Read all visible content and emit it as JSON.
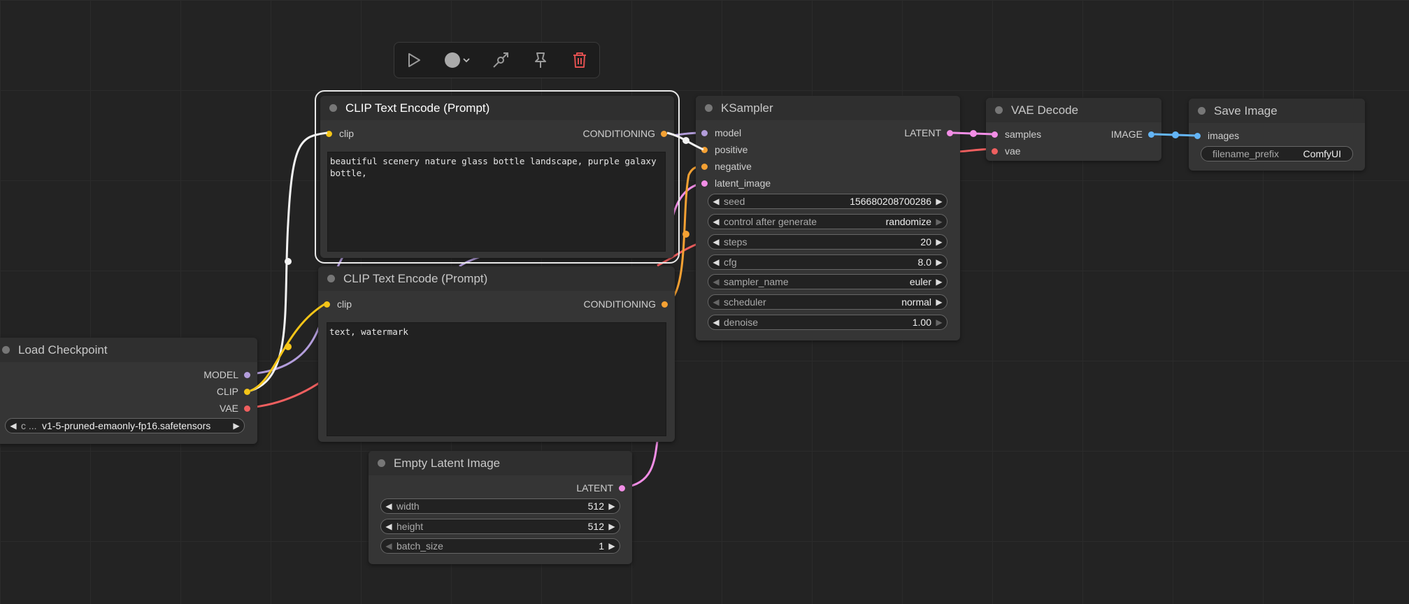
{
  "colors": {
    "clip": "#f5c518",
    "conditioning": "#f5a133",
    "model": "#b39ddb",
    "latent": "#f28ee6",
    "vae": "#ef5f5f",
    "image": "#64b5f6",
    "delete": "#e05050"
  },
  "toolbar": {
    "icons": [
      "play-icon",
      "color-circle-icon",
      "chevron-down-icon",
      "bypass-icon",
      "pin-icon",
      "trash-icon"
    ]
  },
  "clip_positive": {
    "title": "CLIP Text Encode (Prompt)",
    "input": "clip",
    "output": "CONDITIONING",
    "text": "beautiful scenery nature glass bottle landscape, purple galaxy bottle,"
  },
  "clip_negative": {
    "title": "CLIP Text Encode (Prompt)",
    "input": "clip",
    "output": "CONDITIONING",
    "text": "text, watermark"
  },
  "load_checkpoint": {
    "title": "Load Checkpoint",
    "outputs": [
      "MODEL",
      "CLIP",
      "VAE"
    ],
    "ckpt_label": "c ...",
    "ckpt_value": "v1-5-pruned-emaonly-fp16.safetensors"
  },
  "ksampler": {
    "title": "KSampler",
    "inputs": [
      "model",
      "positive",
      "negative",
      "latent_image"
    ],
    "output": "LATENT",
    "widgets": [
      {
        "label": "seed",
        "value": "156680208700286"
      },
      {
        "label": "control after generate",
        "value": "randomize"
      },
      {
        "label": "steps",
        "value": "20"
      },
      {
        "label": "cfg",
        "value": "8.0"
      },
      {
        "label": "sampler_name",
        "value": "euler"
      },
      {
        "label": "scheduler",
        "value": "normal"
      },
      {
        "label": "denoise",
        "value": "1.00"
      }
    ]
  },
  "vae_decode": {
    "title": "VAE Decode",
    "inputs": [
      "samples",
      "vae"
    ],
    "output": "IMAGE"
  },
  "save_image": {
    "title": "Save Image",
    "input": "images",
    "widget_label": "filename_prefix",
    "widget_value": "ComfyUI"
  },
  "empty_latent": {
    "title": "Empty Latent Image",
    "output": "LATENT",
    "widgets": [
      {
        "label": "width",
        "value": "512"
      },
      {
        "label": "height",
        "value": "512"
      },
      {
        "label": "batch_size",
        "value": "1"
      }
    ]
  }
}
